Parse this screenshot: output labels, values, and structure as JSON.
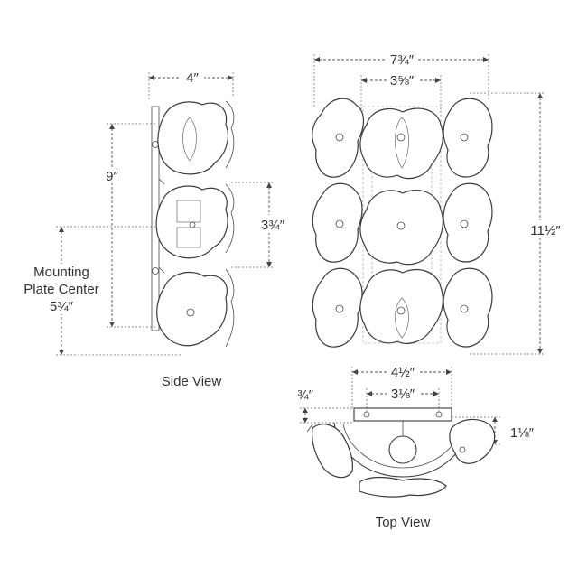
{
  "dimensions": {
    "side_width": "4″",
    "side_height": "9″",
    "side_mid": "3¾″",
    "mounting_line1": "Mounting",
    "mounting_line2": "Plate Center",
    "mounting_value": "5¾″",
    "front_width": "7¾″",
    "front_inner": "3⅝″",
    "front_height": "11½″",
    "top_width": "4½″",
    "top_inner": "3⅛″",
    "top_depth_left": "¾″",
    "top_depth_right": "1⅛″"
  },
  "captions": {
    "side_view": "Side View",
    "top_view": "Top View"
  },
  "colors": {
    "line": "#3a3a3a",
    "text": "#333333"
  }
}
